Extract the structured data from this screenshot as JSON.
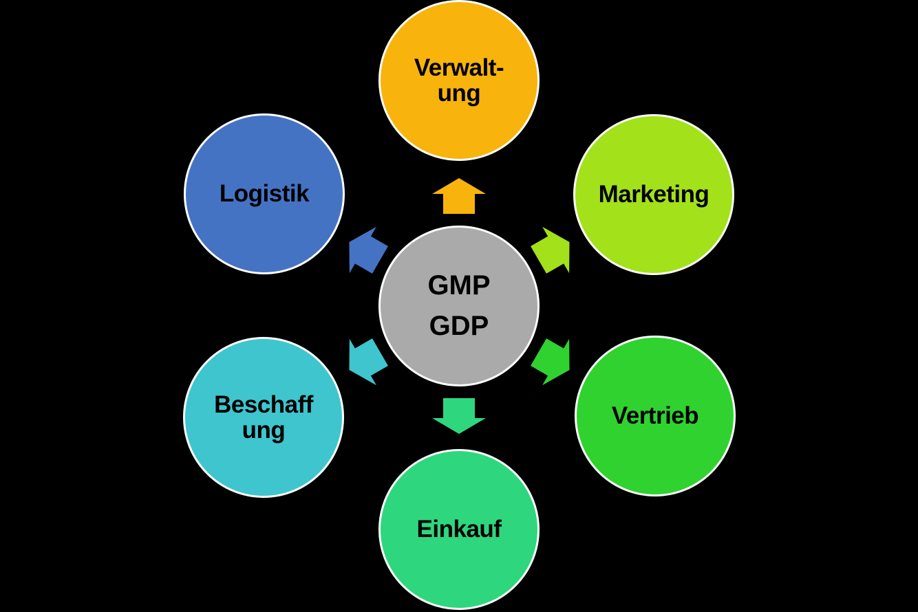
{
  "canvas": {
    "background": "#000000",
    "circle_border_color": "#FFFFFF",
    "text_color": "#000000"
  },
  "center_node": {
    "id": "gmp-gdp",
    "lines": [
      "GMP",
      "GDP"
    ],
    "color": "#AAAAAA"
  },
  "nodes": [
    {
      "id": "verwaltung",
      "lines": [
        "Verwalt-",
        "ung"
      ],
      "color": "#F8B40C",
      "position": "top"
    },
    {
      "id": "marketing",
      "lines": [
        "Marketing"
      ],
      "color": "#A3E11B",
      "position": "top-right"
    },
    {
      "id": "vertrieb",
      "lines": [
        "Vertrieb"
      ],
      "color": "#30D230",
      "position": "bottom-right"
    },
    {
      "id": "einkauf",
      "lines": [
        "Einkauf"
      ],
      "color": "#2ED77E",
      "position": "bottom"
    },
    {
      "id": "beschaffung",
      "lines": [
        "Beschaff",
        "ung"
      ],
      "color": "#3FC5CE",
      "position": "bottom-left"
    },
    {
      "id": "logistik",
      "lines": [
        "Logistik"
      ],
      "color": "#4573C4",
      "position": "top-left"
    }
  ],
  "arrows": [
    {
      "to": "verwaltung",
      "direction": "up",
      "color": "#F8B40C"
    },
    {
      "to": "marketing",
      "direction": "up-right",
      "color": "#A3E11B"
    },
    {
      "to": "vertrieb",
      "direction": "down-right",
      "color": "#30D230"
    },
    {
      "to": "einkauf",
      "direction": "down",
      "color": "#2ED77E"
    },
    {
      "to": "beschaffung",
      "direction": "down-left",
      "color": "#3FC5CE"
    },
    {
      "to": "logistik",
      "direction": "up-left",
      "color": "#4573C4"
    }
  ]
}
